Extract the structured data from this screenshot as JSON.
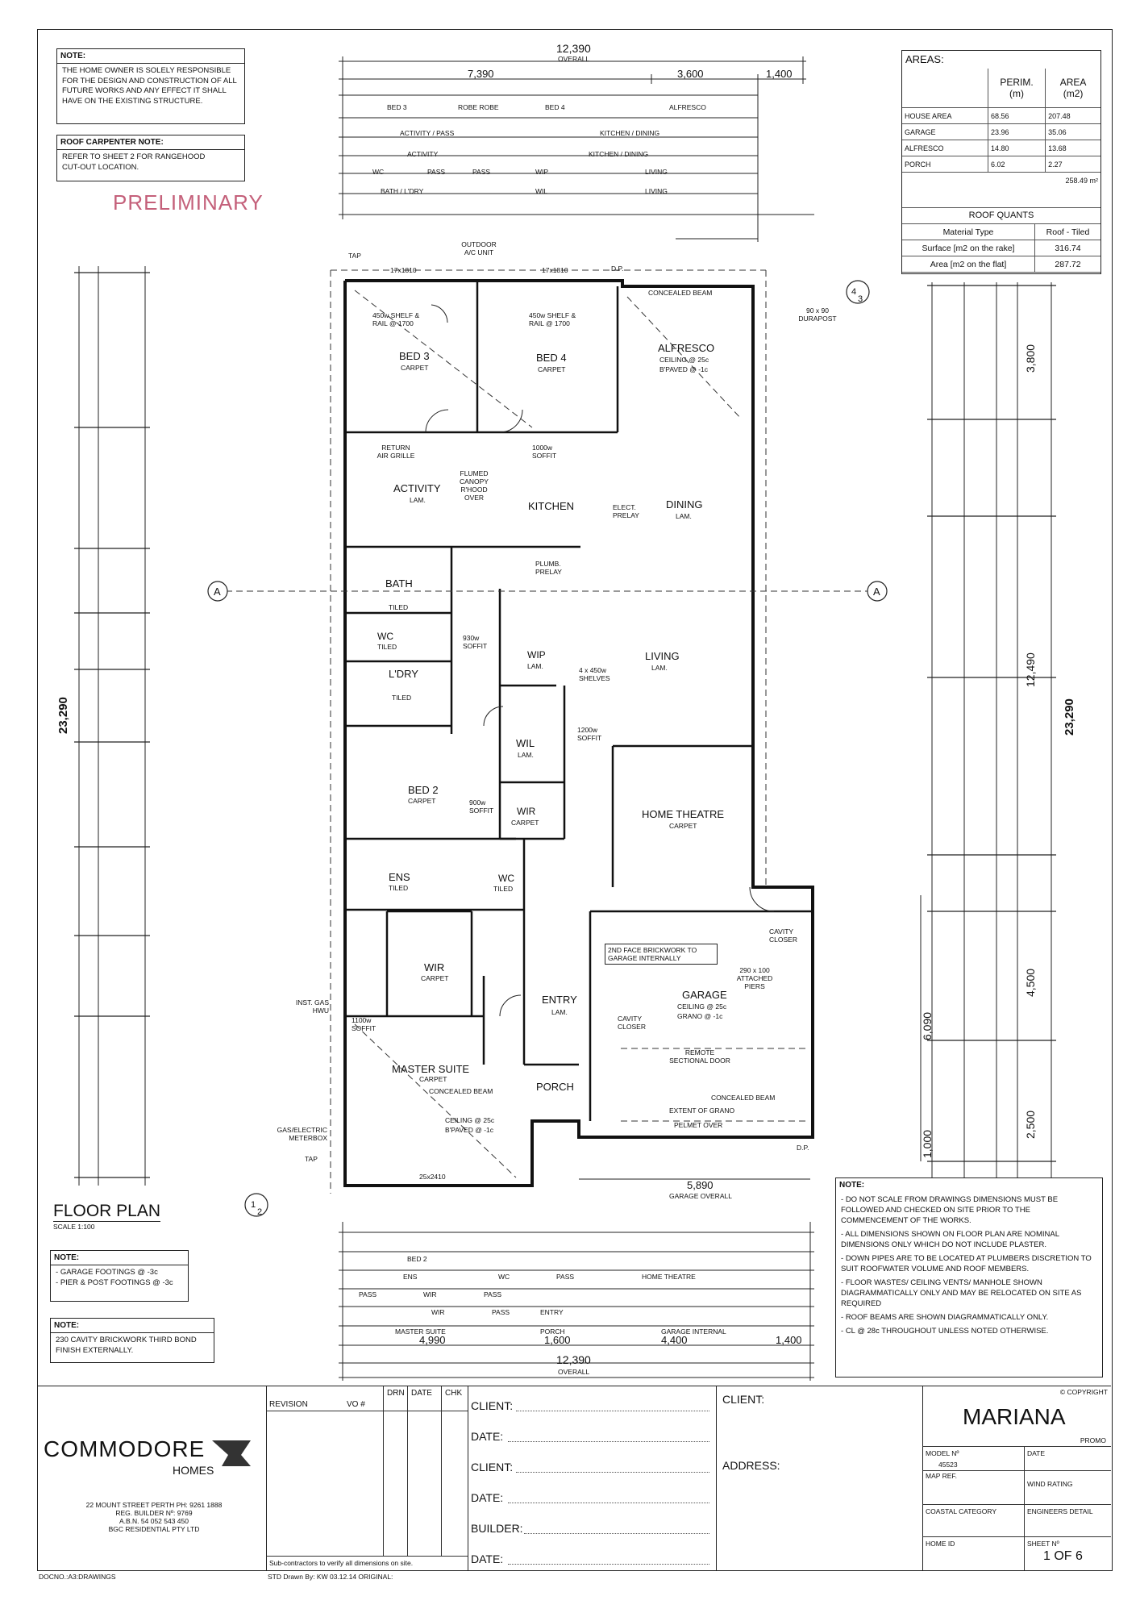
{
  "owner_note": {
    "title": "NOTE:",
    "lines": [
      "THE HOME OWNER IS SOLELY RESPONSIBLE",
      "FOR THE DESIGN AND CONSTRUCTION OF ALL",
      "FUTURE WORKS AND ANY EFFECT IT SHALL",
      "HAVE ON THE EXISTING STRUCTURE."
    ]
  },
  "roof_note": {
    "title": "ROOF CARPENTER NOTE:",
    "lines": [
      "REFER TO SHEET 2 FOR RANGEHOOD",
      "CUT-OUT LOCATION."
    ]
  },
  "stamp": "PRELIMINARY",
  "areas": {
    "title": "AREAS:",
    "col_perim": "PERIM.",
    "col_perim_unit": "(m)",
    "col_area": "AREA",
    "col_area_unit": "(m2)",
    "rows": [
      {
        "name": "HOUSE AREA",
        "perim": "68.56",
        "area": "207.48"
      },
      {
        "name": "GARAGE",
        "perim": "23.96",
        "area": "35.06"
      },
      {
        "name": "ALFRESCO",
        "perim": "14.80",
        "area": "13.68"
      },
      {
        "name": "PORCH",
        "perim": "6.02",
        "area": "2.27"
      }
    ],
    "total": "258.49 m²",
    "roof_title": "ROOF QUANTS",
    "roof_rows": [
      {
        "label": "Material Type",
        "value": "Roof - Tiled"
      },
      {
        "label": "Surface [m2 on the rake]",
        "value": "316.74"
      },
      {
        "label": "Area [m2 on the flat]",
        "value": "287.72"
      }
    ]
  },
  "dims": {
    "overall_top": "12,390",
    "overall_label": "OVERALL",
    "top_a": "7,390",
    "top_b": "3,600",
    "top_c": "1,400",
    "left_overall": "23,290",
    "right_overall": "23,290",
    "right_living": "12,490",
    "right_alfresco": "3,800",
    "right_garage_int": "4,500",
    "right_porch": "2,500",
    "right_garage_overall": "6,090",
    "right_1000": "1,000",
    "garage_overall": "5,890",
    "garage_overall_label": "GARAGE OVERALL",
    "bottom_master": "4,990",
    "bottom_porch": "1,600",
    "bottom_garage": "4,400",
    "bottom_c": "1,400",
    "bottom_overall": "12,390",
    "top_rows": [
      "BED 3",
      "ROBE ROBE",
      "BED 4",
      "ALFRESCO",
      "ACTIVITY / PASS",
      "KITCHEN / DINING",
      "ACTIVITY",
      "KITCHEN / DINING",
      "WC",
      "PASS",
      "PASS",
      "WIP",
      "LIVING",
      "BATH / L'DRY",
      "WIL",
      "LIVING"
    ],
    "bottom_rows": [
      "BED 2",
      "ENS",
      "WIR",
      "PASS",
      "WC",
      "PASS",
      "HOME THEATRE",
      "PASS",
      "WIR",
      "PASS",
      "ENTRY",
      "MASTER SUITE",
      "PORCH",
      "GARAGE INTERNAL"
    ]
  },
  "rooms": {
    "bed3": "BED 3",
    "bed3_floor": "CARPET",
    "bed4": "BED 4",
    "bed4_floor": "CARPET",
    "alfresco": "ALFRESCO",
    "alfresco_c1": "CEILING @ 25c",
    "alfresco_c2": "B'PAVED @ -1c",
    "activity": "ACTIVITY",
    "activity_floor": "LAM.",
    "kitchen": "KITCHEN",
    "dining": "DINING",
    "dining_floor": "LAM.",
    "bath": "BATH",
    "bath_floor": "TILED",
    "wc1": "WC",
    "wc1_floor": "TILED",
    "ldry": "L'DRY",
    "ldry_floor": "TILED",
    "wip": "WIP",
    "wip_floor": "LAM.",
    "living": "LIVING",
    "living_floor": "LAM.",
    "wil": "WIL",
    "wil_floor": "LAM.",
    "bed2": "BED 2",
    "bed2_floor": "CARPET",
    "wir1": "WIR",
    "wir1_floor": "CARPET",
    "home_theatre": "HOME THEATRE",
    "home_theatre_floor": "CARPET",
    "ens": "ENS",
    "ens_floor": "TILED",
    "wc2": "WC",
    "wc2_floor": "TILED",
    "wir2": "WIR",
    "wir2_floor": "CARPET",
    "entry": "ENTRY",
    "entry_floor": "LAM.",
    "garage": "GARAGE",
    "garage_c1": "CEILING @ 25c",
    "garage_c2": "GRANO @ -1c",
    "master": "MASTER SUITE",
    "master_floor": "CARPET",
    "master_c1": "CEILING @ 25c",
    "master_c2": "B'PAVED @ -1c",
    "porch": "PORCH"
  },
  "labels": {
    "outdoor_ac": "OUTDOOR A/C UNIT",
    "shelf1": "450w SHELF & RAIL @ 1700",
    "shelf2": "450w SHELF & RAIL @ 1700",
    "concealed_beam": "CONCEALED BEAM",
    "durapost": "90 x 90 DURAPOST",
    "return_air": "RETURN AIR GRILLE",
    "flumed": "FLUMED CANOPY R'HOOD OVER",
    "soffit1000": "1000w SOFFIT",
    "elect_prelay": "ELECT. PRELAY",
    "plumb_prelay": "PLUMB. PRELAY",
    "shelves": "4 x 450w SHELVES",
    "soffit1200": "1200w SOFFIT",
    "soffit930": "930w SOFFIT",
    "soffit900": "900w SOFFIT",
    "soffit1100": "1100w SOFFIT",
    "brick_note": "2ND FACE BRICKWORK TO GARAGE INTERNALLY",
    "attached_piers": "290 x 100 ATTACHED PIERS",
    "cavity_closer": "CAVITY CLOSER",
    "remote_door": "REMOTE SECTIONAL DOOR",
    "extent_grano": "EXTENT OF GRANO",
    "pelmet": "PELMET OVER",
    "inst_gas": "INST. GAS HWU",
    "gas_meter": "GAS/ELECTRIC METERBOX",
    "section_a": "A",
    "tap": "TAP",
    "dp": "D.P.",
    "window_top": "17x1810",
    "window_bottom": "25x2410"
  },
  "floor_plan": {
    "title": "FLOOR PLAN",
    "scale": "SCALE 1:100"
  },
  "footing_note": {
    "title": "NOTE:",
    "lines": [
      "GARAGE FOOTINGS @ -3c",
      "PIER & POST FOOTINGS @ -3c"
    ]
  },
  "cavity_note": {
    "title": "NOTE:",
    "lines": [
      "230 CAVITY BRICKWORK THIRD BOND",
      "FINISH EXTERNALLY."
    ]
  },
  "general_note": {
    "title": "NOTE:",
    "items": [
      "DO NOT SCALE FROM DRAWINGS DIMENSIONS MUST BE FOLLOWED AND CHECKED ON SITE PRIOR TO THE COMMENCEMENT OF THE WORKS.",
      "ALL DIMENSIONS SHOWN ON FLOOR PLAN ARE NOMINAL DIMENSIONS ONLY WHICH DO NOT INCLUDE PLASTER.",
      "DOWN PIPES ARE TO BE LOCATED AT PLUMBERS DISCRETION TO SUIT ROOFWATER VOLUME AND ROOF MEMBERS.",
      "FLOOR WASTES/ CEILING VENTS/ MANHOLE SHOWN DIAGRAMMATICALLY ONLY AND MAY BE RELOCATED ON SITE AS REQUIRED",
      "ROOF BEAMS ARE SHOWN DIAGRAMMATICALLY ONLY.",
      "CL @ 28c THROUGHOUT UNLESS NOTED OTHERWISE."
    ]
  },
  "title_block": {
    "company": "COMMODORE",
    "company_sub": "HOMES",
    "address_lines": [
      "22 MOUNT STREET PERTH PH: 9261 1888",
      "REG. BUILDER Nº: 9769",
      "A.B.N. 54 052 543 450",
      "BGC RESIDENTIAL PTY LTD"
    ],
    "revision": "REVISION",
    "vo": "VO #",
    "drn": "DRN",
    "date_h": "DATE",
    "chk": "CHK",
    "subcontractors": "Sub-contractors to verify all dimensions on site.",
    "client1": "CLIENT:",
    "date1": "DATE:",
    "client2": "CLIENT:",
    "date2": "DATE:",
    "builder": "BUILDER:",
    "date3": "DATE:",
    "client_h": "CLIENT:",
    "address_h": "ADDRESS:",
    "copyright": "© COPYRIGHT",
    "design": "MARIANA",
    "design_sub": "PROMO",
    "model_label": "MODEL Nº",
    "model": "45523",
    "date_label": "DATE",
    "map_ref": "MAP REF.",
    "wind": "WIND RATING",
    "coastal": "COASTAL CATEGORY",
    "engineers": "ENGINEERS DETAIL",
    "home_id": "HOME ID",
    "sheet_label": "SHEET Nº",
    "sheet": "1 OF 6"
  },
  "footer": {
    "docno": "DOCNO.:A3:DRAWINGS",
    "std": "STD Drawn By: KW 03.12.14 ORIGINAL:"
  }
}
